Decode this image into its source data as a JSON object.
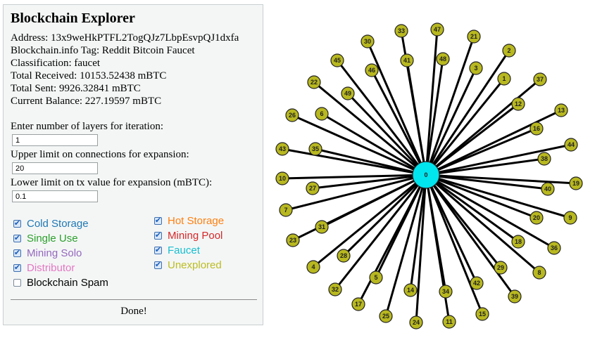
{
  "panel": {
    "title": "Blockchain Explorer",
    "address": "Address: 13x9weHkPTFL2TogQJz7LbpEsvpQJ1dxfa",
    "tag": "Blockchain.info Tag: Reddit Bitcoin Faucet",
    "classification": "Classification: faucet",
    "total_received": "Total Received: 10153.52438 mBTC",
    "total_sent": "Total Sent: 9926.32841 mBTC",
    "balance": "Current Balance: 227.19597 mBTC",
    "layers_label": "Enter number of layers for iteration:",
    "layers_value": "1",
    "upper_label": "Upper limit on connections for expansion:",
    "upper_value": "20",
    "lower_label": "Lower limit on tx value for expansion (mBTC):",
    "lower_value": "0.1",
    "done_label": "Done!"
  },
  "filters": [
    {
      "label": "Cold Storage",
      "checked": true,
      "color": "#1f77b4"
    },
    {
      "label": "Single Use",
      "checked": true,
      "color": "#2ca02c"
    },
    {
      "label": "Mining Solo",
      "checked": true,
      "color": "#9467bd"
    },
    {
      "label": "Distributor",
      "checked": true,
      "color": "#e377c2"
    },
    {
      "label": "Blockchain Spam",
      "checked": false,
      "color": "#000000"
    },
    {
      "label": "Hot Storage",
      "checked": true,
      "color": "#ff7f0e"
    },
    {
      "label": "Mining Pool",
      "checked": true,
      "color": "#d62728"
    },
    {
      "label": "Faucet",
      "checked": true,
      "color": "#17becf"
    },
    {
      "label": "Unexplored",
      "checked": true,
      "color": "#bcbd22"
    }
  ],
  "graph": {
    "center": {
      "id": "0",
      "color": "#00e5ee"
    },
    "node_color": "#b8b820",
    "nodes": [
      "1",
      "2",
      "3",
      "4",
      "5",
      "6",
      "7",
      "8",
      "9",
      "10",
      "11",
      "12",
      "13",
      "14",
      "15",
      "16",
      "17",
      "18",
      "19",
      "20",
      "21",
      "22",
      "23",
      "24",
      "25",
      "26",
      "27",
      "28",
      "29",
      "30",
      "31",
      "32",
      "33",
      "34",
      "35",
      "36",
      "37",
      "38",
      "39",
      "40",
      "41",
      "42",
      "43",
      "44",
      "45",
      "46",
      "47",
      "48",
      "49"
    ]
  }
}
